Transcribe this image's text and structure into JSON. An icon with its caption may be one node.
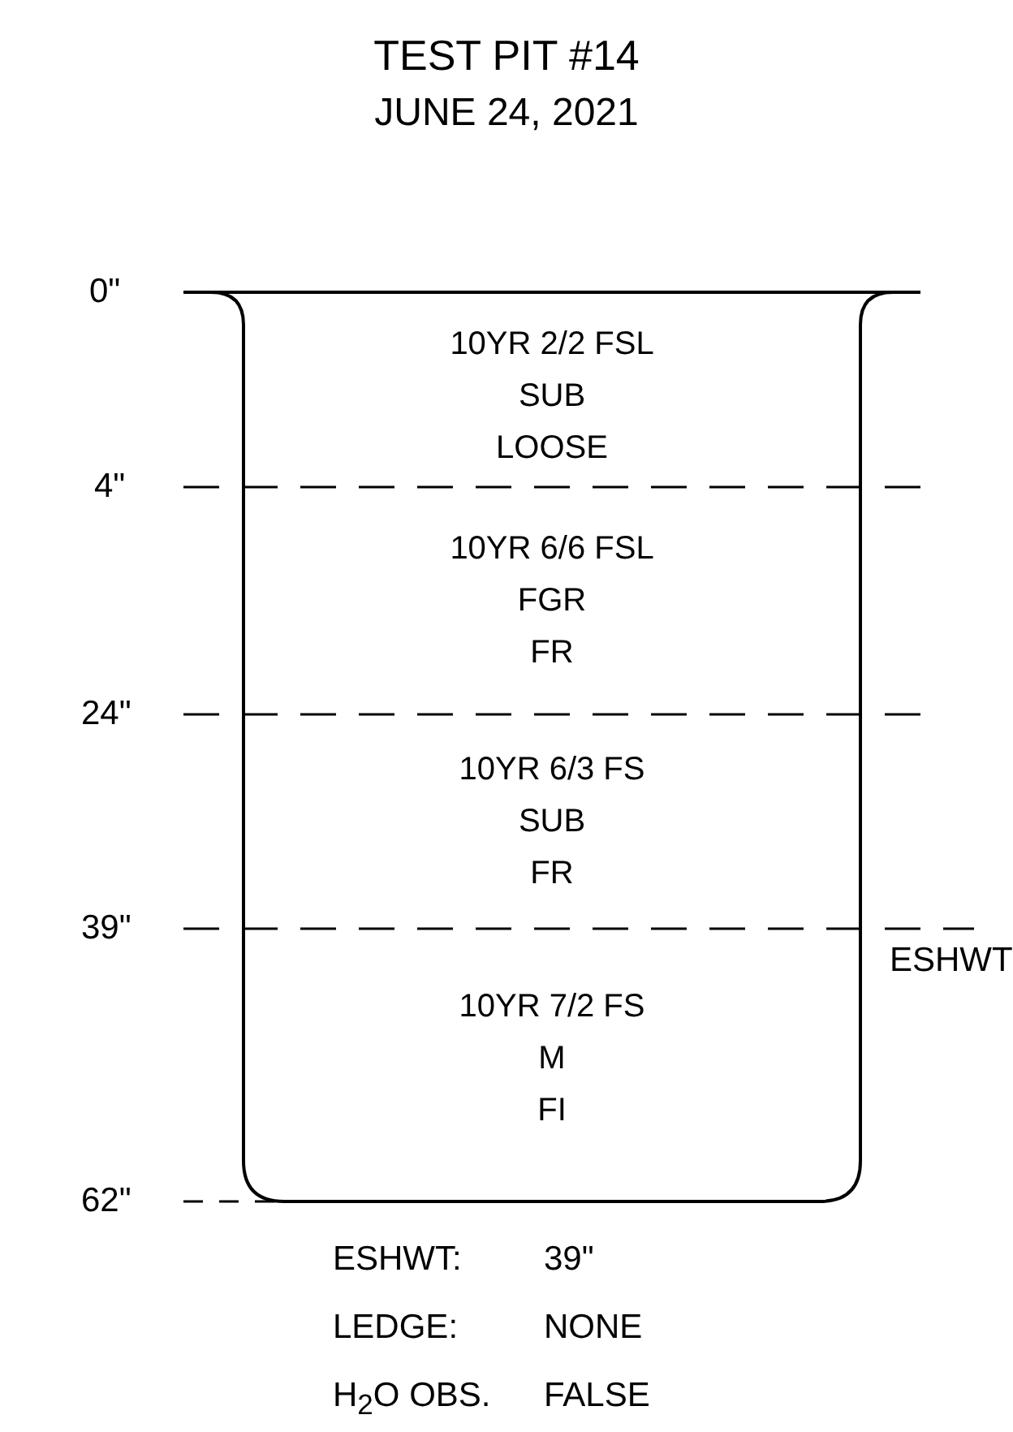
{
  "diagram": {
    "title": "TEST PIT #14",
    "nodes": [
      {
        "text": [
          "10YR 2/2 FSL",
          "SUB",
          "LOOSE"
        ]
      },
      {
        "text": [
          "10YR 6/6 FSL",
          "FGR",
          "FR"
        ]
      },
      {
        "text": [
          "10YR 6/3 FS",
          "SUB",
          "FR"
        ]
      },
      {
        "text": [
          "10YR 7/2 FS",
          "M",
          "FI"
        ]
      }
    ],
    "edges": [],
    "labels": [
      "JUNE 24, 2021",
      "0\"",
      "4\"",
      "24\"",
      "39\"",
      "ESHWT",
      "62\"",
      "ESHWT:",
      "39\"",
      "LEDGE:",
      "NONE",
      "H$_{2}$O OBS.",
      "FALSE"
    ]
  }
}
